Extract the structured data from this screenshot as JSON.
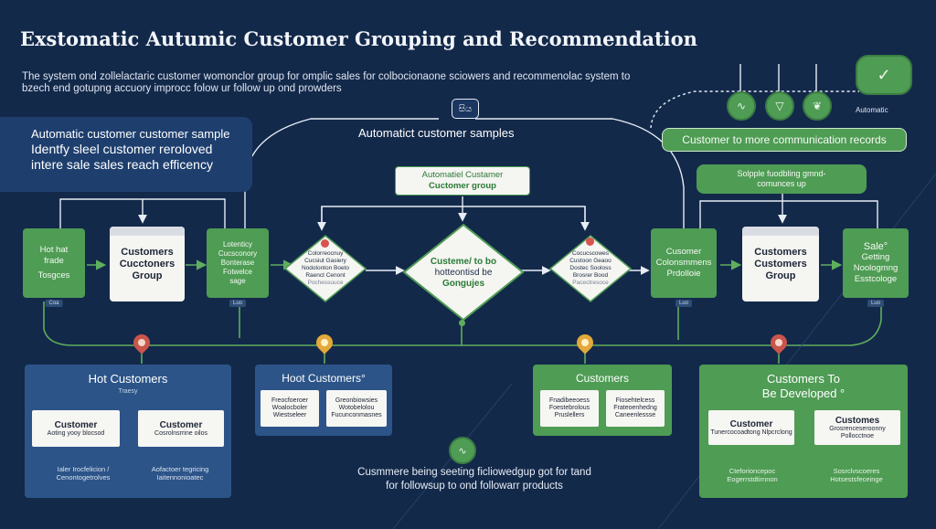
{
  "header": {
    "title": "Exstomatic Autumic Customer Grouping and Recommendation",
    "subtitle_line1": "The system ond zollelactaric customer womonclor group for omplic sales for colbocionaone sciowers and recommenolac system to",
    "subtitle_line2": "bzech end gotupng accuory improcc folow ur follow up ond prowders"
  },
  "callout": {
    "line1": "Automatic customer customer sample",
    "line2": "Identfy sleel customer reroloved",
    "line3": "intere sale sales reach efficency"
  },
  "top_icons": {
    "badge_label": "Automatic",
    "cloud_icon": "checkmark-cloud-icon",
    "icons": [
      "wave-icon",
      "filter-icon",
      "bird-icon"
    ]
  },
  "hub_badge": "සිය",
  "center": {
    "heading": "Automatict customer samples",
    "box_line1": "Automatiel Custamer",
    "box_line2": "Cuctomer group",
    "diamond_line1": "Custeme/ to bo",
    "diamond_line2": "hotteontisd be",
    "diamond_line3": "Gongujes"
  },
  "left_flow": {
    "card1": [
      "Hot hat",
      "frade",
      "Tosgces"
    ],
    "card1_tag": "Coa",
    "card2": [
      "Customers",
      "Cucctoners",
      "Group"
    ],
    "card3": [
      "Lotenticy",
      "Cucsconory",
      "Bonterase",
      "Fotwelce",
      "sage"
    ],
    "card3_tag": "Luo",
    "diamond": [
      "Colorreocnuy",
      "Cucsiut Gasiery",
      "Nodolonton Boeto",
      "Raenct Cenont"
    ],
    "diamond_sub": "Pochessuuce"
  },
  "right_flow": {
    "records_pill": "Customer to more communication records",
    "note_pill_line1": "Solpple fuodbling gmnd-",
    "note_pill_line2": "comunces up",
    "diamond": [
      "Cocucscowes",
      "Custoon Geaoo",
      "Dostec Sooloss",
      "Brosrer Bood"
    ],
    "diamond_sub": "Pacectresoce",
    "card1": [
      "Cusomer",
      "Colonsmmens",
      "Prdolloie"
    ],
    "card1_tag": "Luo",
    "card2": [
      "Customers",
      "Customers",
      "Group"
    ],
    "card3": [
      "Sale°",
      "Getting",
      "Noologmng",
      "Esstcologe"
    ],
    "card3_tag": "Luo"
  },
  "panels": {
    "hot": {
      "title": "Hot Customers",
      "sub": "Traesy",
      "card1_title": "Customer",
      "card1_body": "Aoting yooy blocsod",
      "card2_title": "Customer",
      "card2_body": "Cosrolnsrrine oilos",
      "foot1": "Ialer Irocfelicion /",
      "foot1b": "Cenontogetrolves",
      "foot2": "Aofactoer tegricing",
      "foot2b": "Iaitennonioatec"
    },
    "hoot": {
      "title": "Hoot Customers°",
      "mini1": [
        "Freocfoeroer",
        "Woalocboler",
        "Wiestseleer"
      ],
      "mini2": [
        "Greonbiowsies",
        "Wotobelolou",
        "Fucunconmasnes"
      ]
    },
    "green_mid": {
      "title": "Customers",
      "mini1": [
        "Fnadibeeoess",
        "Foestebrolous",
        "Pruslellers"
      ],
      "mini2": [
        "Fiosehtelcess",
        "Frateoenhedng",
        "Caneenlessse"
      ]
    },
    "developed": {
      "title_line1": "Customers To",
      "title_line2": "Be Developed °",
      "card1_title": "Customer",
      "card1_body": "Tunercocoadtong Nlpcrclong",
      "card2_title": "Customes",
      "card2_body": "Grosrenceseroonny Pollocctnoe",
      "foot1": "Cteforioncepoc",
      "foot1b": "Eogerrstdtirnnon",
      "foot2": "Sosrclvscoeres",
      "foot2b": "Hotsestsfeceinge"
    }
  },
  "bottom": {
    "line1": "Cusmmere being seeting ficliowedgup got for tand",
    "line2": "for followsup to ond followarr products"
  },
  "colors": {
    "background": "#13294a",
    "green": "#4f9c55",
    "blue_panel": "#2c5488",
    "callout": "#1e3f6e",
    "wire": "#e7edf5"
  }
}
